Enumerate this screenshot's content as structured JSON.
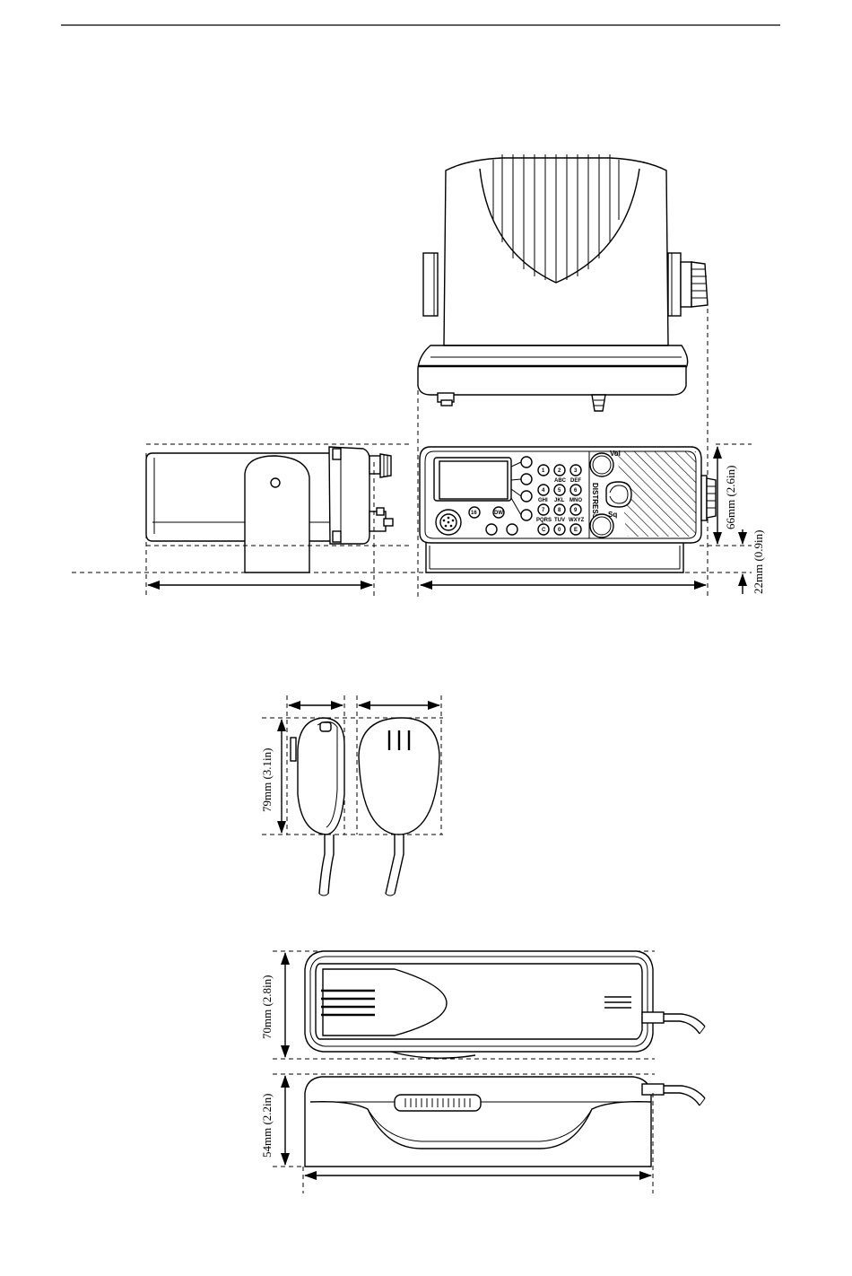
{
  "dimensions": {
    "radio_height": "66mm (2.6in)",
    "bracket_height": "22mm (0.9in)",
    "handset_height": "79mm (3.1in)",
    "cradle_depth": "70mm (2.8in)",
    "cradle_height": "54mm (2.2in)"
  },
  "front_panel": {
    "vol_label": "Vol",
    "sq_label": "Sq",
    "distress_label": "DISTRESS",
    "keys": [
      "1",
      "2",
      "3",
      "4",
      "5",
      "6",
      "7",
      "8",
      "9",
      "C",
      "0",
      "E"
    ],
    "key_letters": [
      "",
      "ABC",
      "DEF",
      "GHI",
      "JKL",
      "MNO",
      "PQRS",
      "TUV",
      "WXYZ",
      "",
      "",
      ""
    ]
  }
}
